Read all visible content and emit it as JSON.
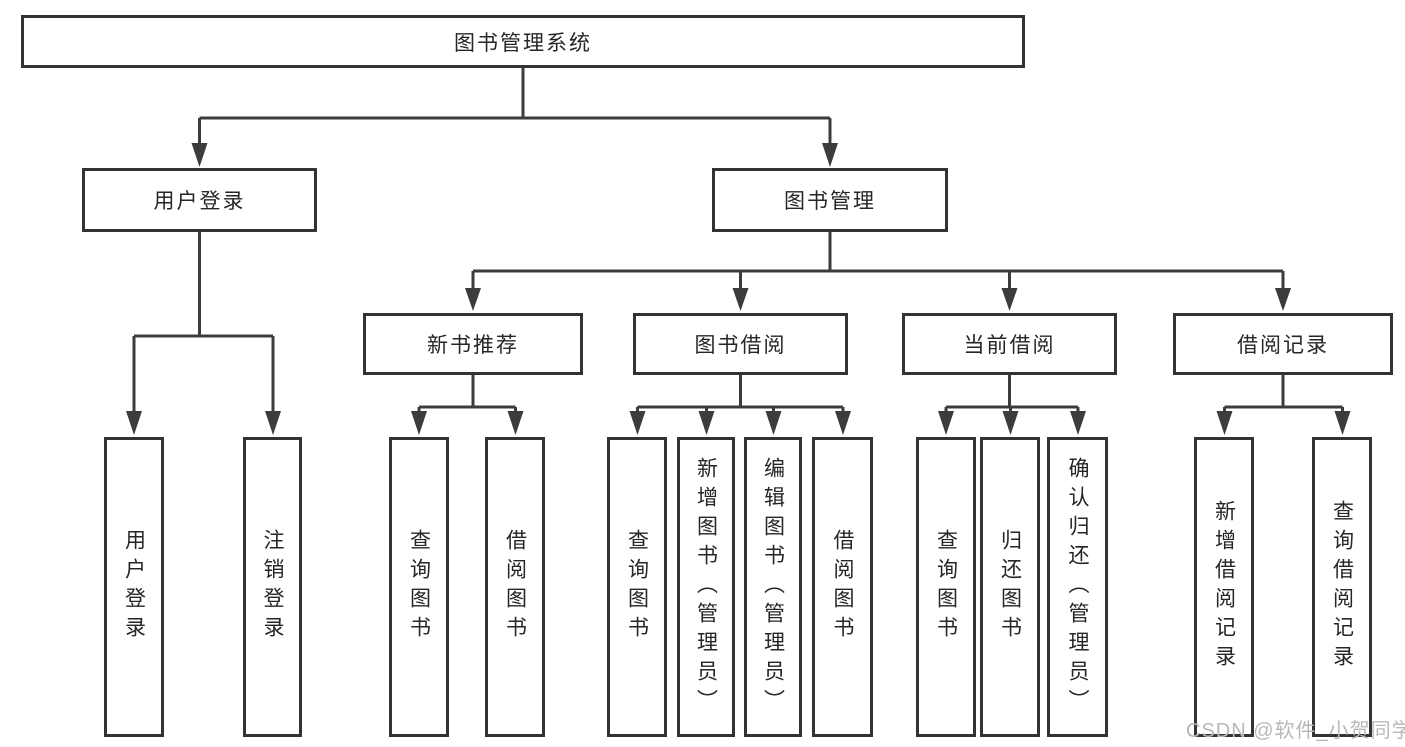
{
  "diagram_type": "hierarchy-tree",
  "colors": {
    "background": "#ffffff",
    "line": "#3c3c3c",
    "box_border": "#333333",
    "text": "#262626",
    "watermark": "#b8b8b8"
  },
  "tree": {
    "root": {
      "label": "图书管理系统",
      "children": [
        {
          "label": "用户登录",
          "children": [
            {
              "label": "用户登录"
            },
            {
              "label": "注销登录"
            }
          ]
        },
        {
          "label": "图书管理",
          "children": [
            {
              "label": "新书推荐",
              "children": [
                {
                  "label": "查询图书"
                },
                {
                  "label": "借阅图书"
                }
              ]
            },
            {
              "label": "图书借阅",
              "children": [
                {
                  "label": "查询图书"
                },
                {
                  "label": "新增图书（管理员）"
                },
                {
                  "label": "编辑图书（管理员）"
                },
                {
                  "label": "借阅图书"
                }
              ]
            },
            {
              "label": "当前借阅",
              "children": [
                {
                  "label": "查询图书"
                },
                {
                  "label": "归还图书"
                },
                {
                  "label": "确认归还（管理员）"
                }
              ]
            },
            {
              "label": "借阅记录",
              "children": [
                {
                  "label": "新增借阅记录"
                },
                {
                  "label": "查询借阅记录"
                }
              ]
            }
          ]
        }
      ]
    }
  },
  "watermark": {
    "text": "CSDN @软件_小贺同学"
  }
}
